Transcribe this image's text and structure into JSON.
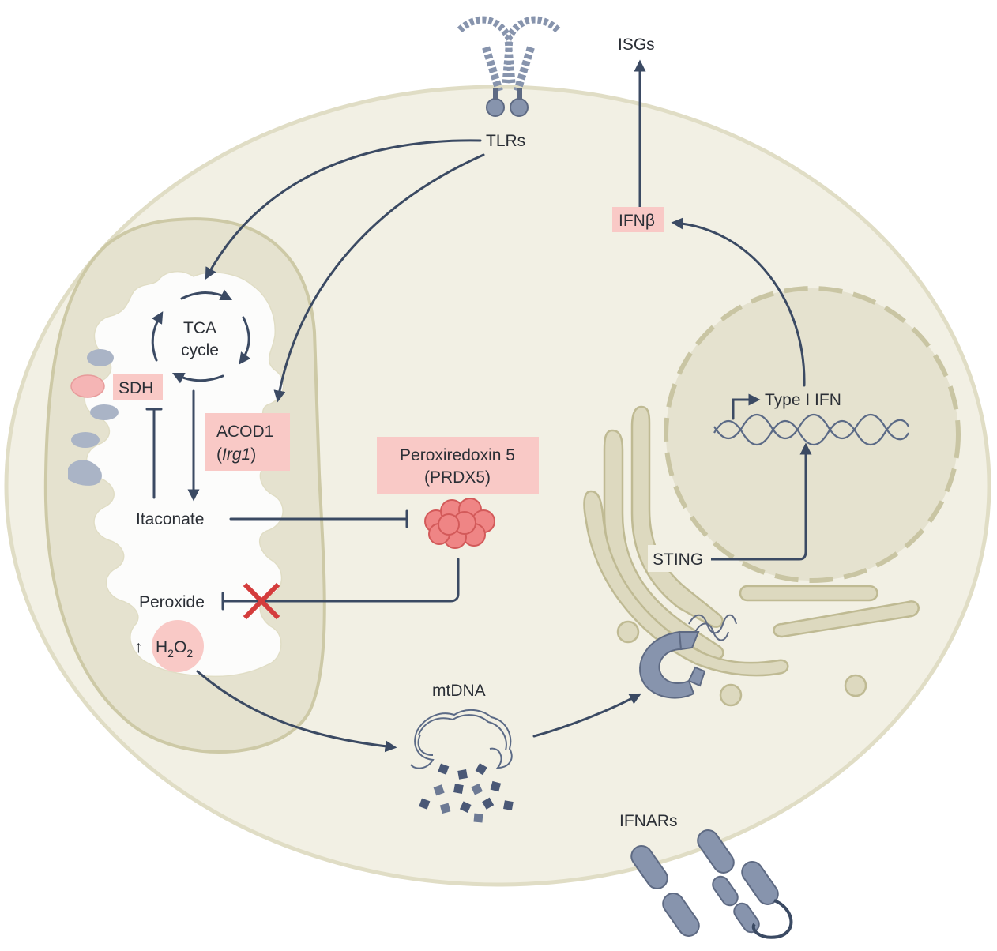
{
  "labels": {
    "tlrs": "TLRs",
    "isgs": "ISGs",
    "ifnb": "IFNβ",
    "tca_line1": "TCA",
    "tca_line2": "cycle",
    "sdh": "SDH",
    "acod1_line1": "ACOD1",
    "acod1_paren_open": "(",
    "acod1_gene": "Irg1",
    "acod1_paren_close": ")",
    "prdx5_line1": "Peroxiredoxin 5",
    "prdx5_line2": "(PRDX5)",
    "itaconate": "Itaconate",
    "peroxide": "Peroxide",
    "up_arrow": "↑",
    "h2o2_h": "H",
    "h2o2_sub1": "2",
    "h2o2_o": "O",
    "h2o2_sub2": "2",
    "mtdna": "mtDNA",
    "type1ifn": "Type I IFN",
    "sting": "STING",
    "ifnars": "IFNARs"
  },
  "colors": {
    "cell_fill": "#f2f0e4",
    "cell_stroke": "#e0ddc5",
    "organelle_fill": "#e5e2cf",
    "organelle_stroke": "#cdc9a6",
    "er_fill": "#ddd9bf",
    "er_stroke": "#bfba93",
    "arrow": "#3b4a63",
    "label_box": "#f9c9c6",
    "prdx5_fill": "#ef8585",
    "prdx5_stroke": "#d35a5a",
    "h2o2_fill": "#f9c9c6",
    "receptor": "#8794ad",
    "receptor_dark": "#5e6a83",
    "inhibited_cross": "#d43c3c",
    "dna_strand": "#5b6a86"
  }
}
